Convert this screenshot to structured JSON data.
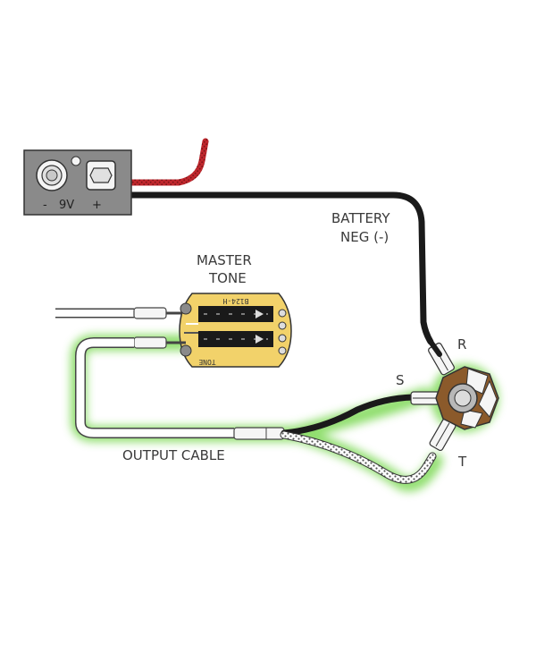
{
  "battery_box": {
    "minus": "-",
    "voltage": "9V",
    "plus": "+"
  },
  "labels": {
    "battery_line1": "BATTERY",
    "battery_line2": "NEG (-)",
    "master_line1": "MASTER",
    "master_line2": "TONE",
    "output_cable": "OUTPUT CABLE",
    "lug_r": "R",
    "lug_s": "S",
    "lug_t": "T"
  },
  "pot_board": {
    "part_code": "B124-H",
    "tone_text": "TONE"
  },
  "colors": {
    "red_wire": "#c0272d",
    "black_wire": "#1a1a1a",
    "glow": "#7ed957",
    "board": "#f2d26a",
    "battery_box": "#8a8a8a",
    "jack_brown": "#8b5a2b"
  }
}
